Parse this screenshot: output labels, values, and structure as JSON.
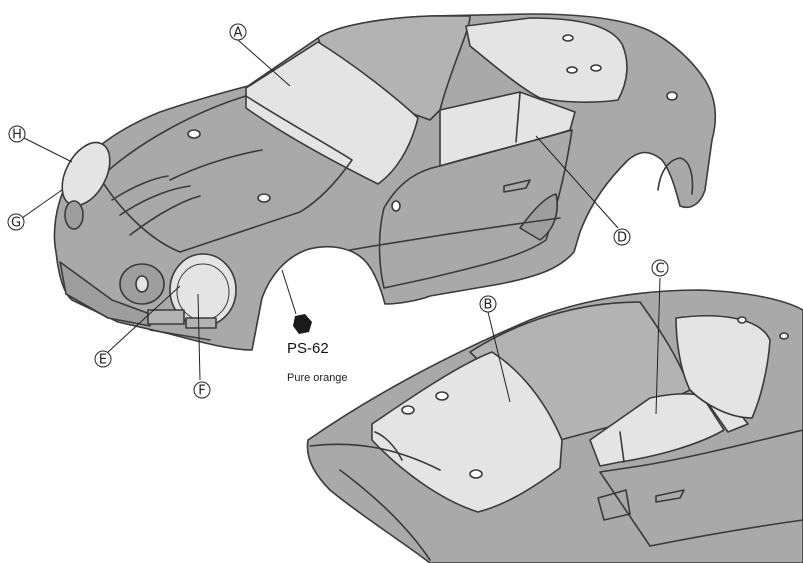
{
  "callouts": {
    "a": "A",
    "b": "B",
    "c": "C",
    "d": "D",
    "e": "E",
    "f": "F",
    "g": "G",
    "h": "H"
  },
  "paint": {
    "code": "PS-62",
    "name": "Pure orange"
  },
  "colors": {
    "body": "#a9a9a9",
    "body_light": "#b3b3b3",
    "window": "#e4e4e4",
    "outline": "#3a3a3a",
    "paint_icon": "#1a1a1a"
  }
}
